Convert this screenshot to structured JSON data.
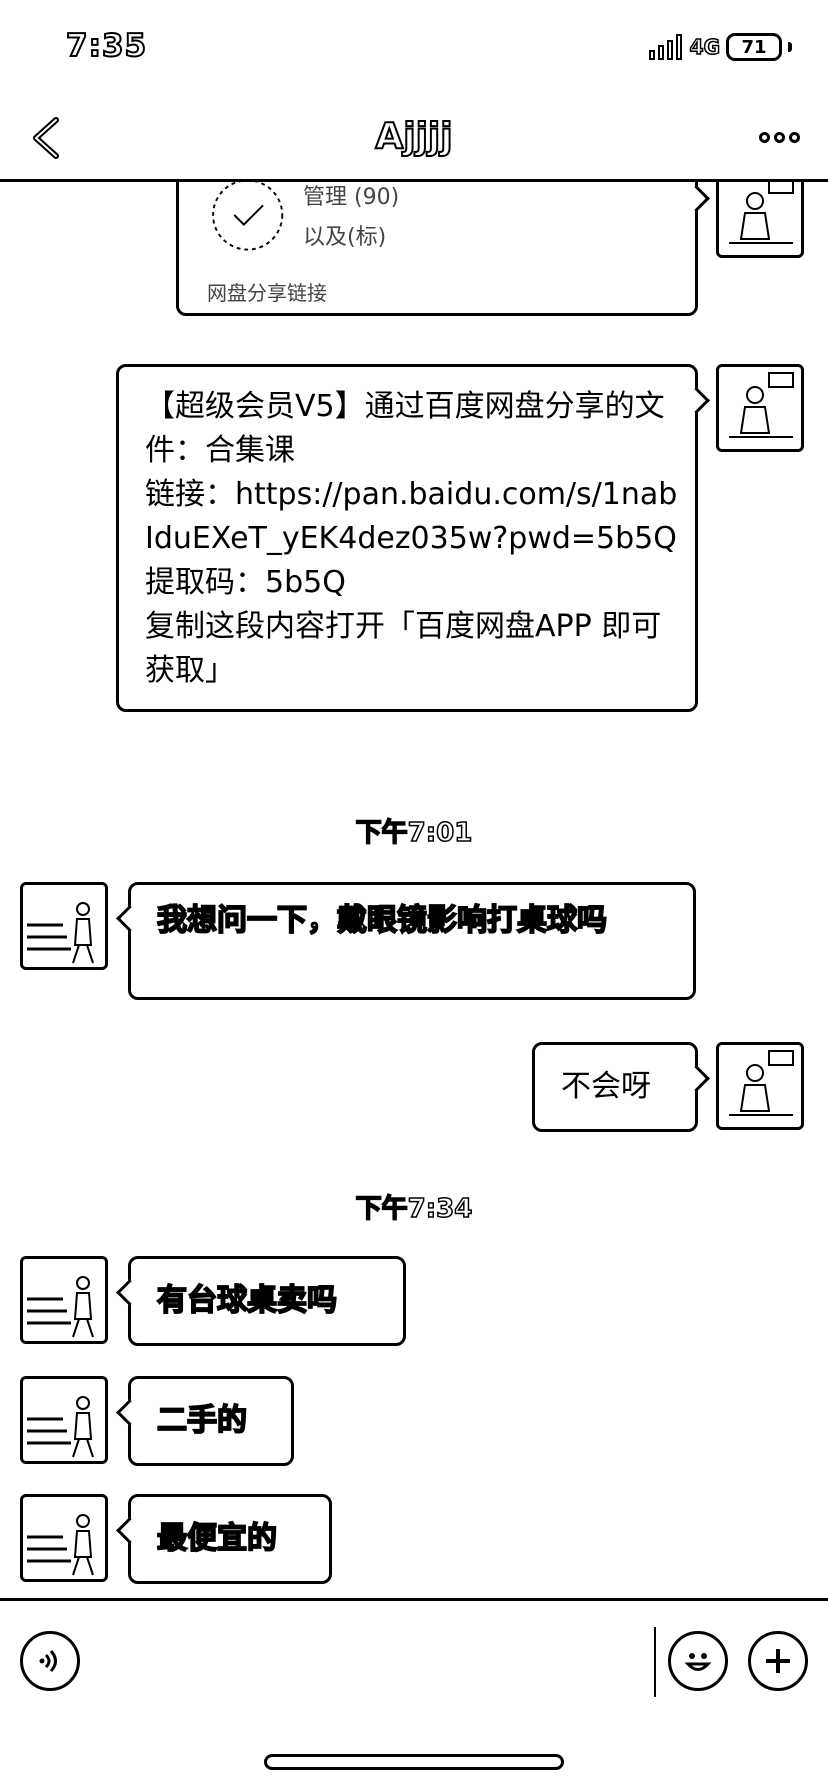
{
  "status_bar": {
    "time": "7:35",
    "network": "4G",
    "battery": "71"
  },
  "nav": {
    "title": "Ajjjj"
  },
  "shared_card": {
    "line1": "管理 (90)",
    "line2": "以及(标)",
    "footer": "网盘分享链接"
  },
  "messages": [
    {
      "side": "right",
      "text": "【超级会员V5】通过百度网盘分享的文件：合集课\n链接：https://pan.baidu.com/s/1nabIduEXeT_yEK4dez035w?pwd=5b5Q\n提取码：5b5Q\n复制这段内容打开「百度网盘APP 即可获取」"
    },
    {
      "side": "left",
      "text": "我想问一下，戴眼镜影响打桌球吗"
    },
    {
      "side": "right",
      "text": "不会呀"
    },
    {
      "side": "left",
      "text": "有台球桌卖吗"
    },
    {
      "side": "left",
      "text": "二手的"
    },
    {
      "side": "left",
      "text": "最便宜的"
    }
  ],
  "time_dividers": [
    "下午7:01",
    "下午7:34"
  ],
  "input": {
    "placeholder": ""
  }
}
